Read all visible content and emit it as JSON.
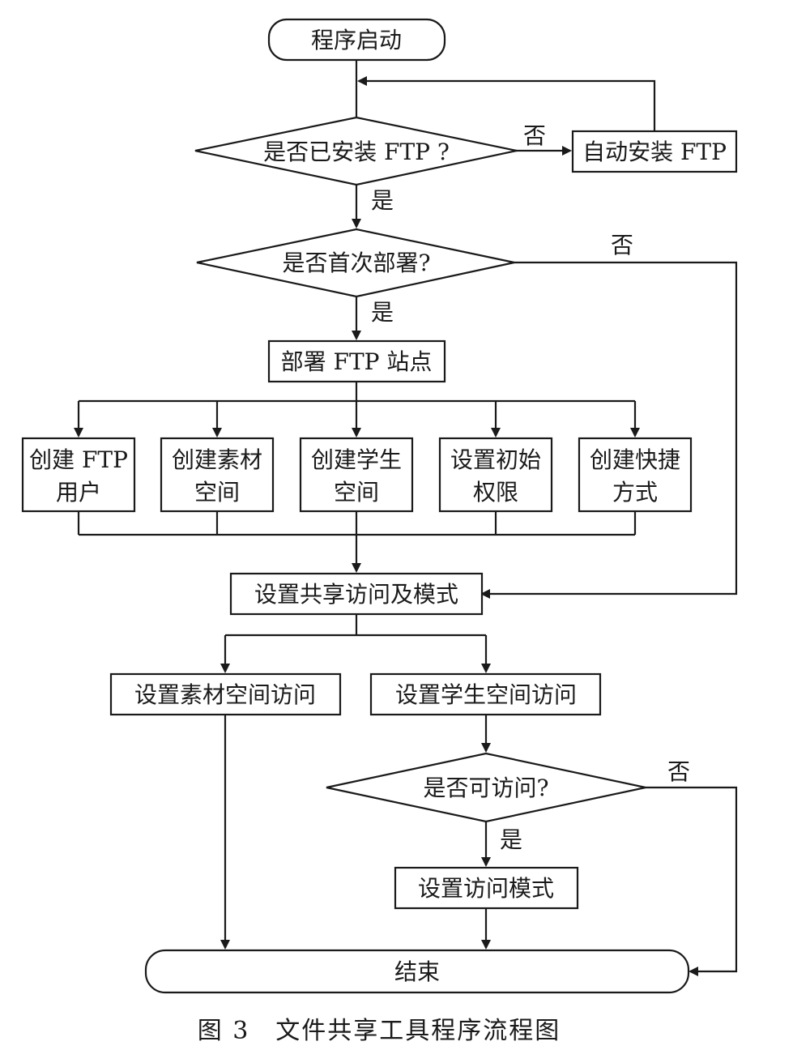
{
  "nodes": {
    "start": "程序启动",
    "check_ftp": "是否已安装 FTP ?",
    "auto_install": "自动安装 FTP",
    "first_deploy": "是否首次部署?",
    "deploy_site": "部署 FTP 站点",
    "create_user": [
      "创建 FTP",
      "用户"
    ],
    "create_material": [
      "创建素材",
      "空间"
    ],
    "create_student": [
      "创建学生",
      "空间"
    ],
    "init_permission": [
      "设置初始",
      "权限"
    ],
    "create_shortcut": [
      "创建快捷",
      "方式"
    ],
    "share_access": "设置共享访问及模式",
    "material_access": "设置素材空间访问",
    "student_access": "设置学生空间访问",
    "accessible": "是否可访问?",
    "access_mode": "设置访问模式",
    "end": "结束"
  },
  "edge_labels": {
    "ftp_no": "否",
    "ftp_yes": "是",
    "deploy_no": "否",
    "deploy_yes": "是",
    "access_no": "否",
    "access_yes": "是"
  },
  "caption": "图 3　文件共享工具程序流程图"
}
